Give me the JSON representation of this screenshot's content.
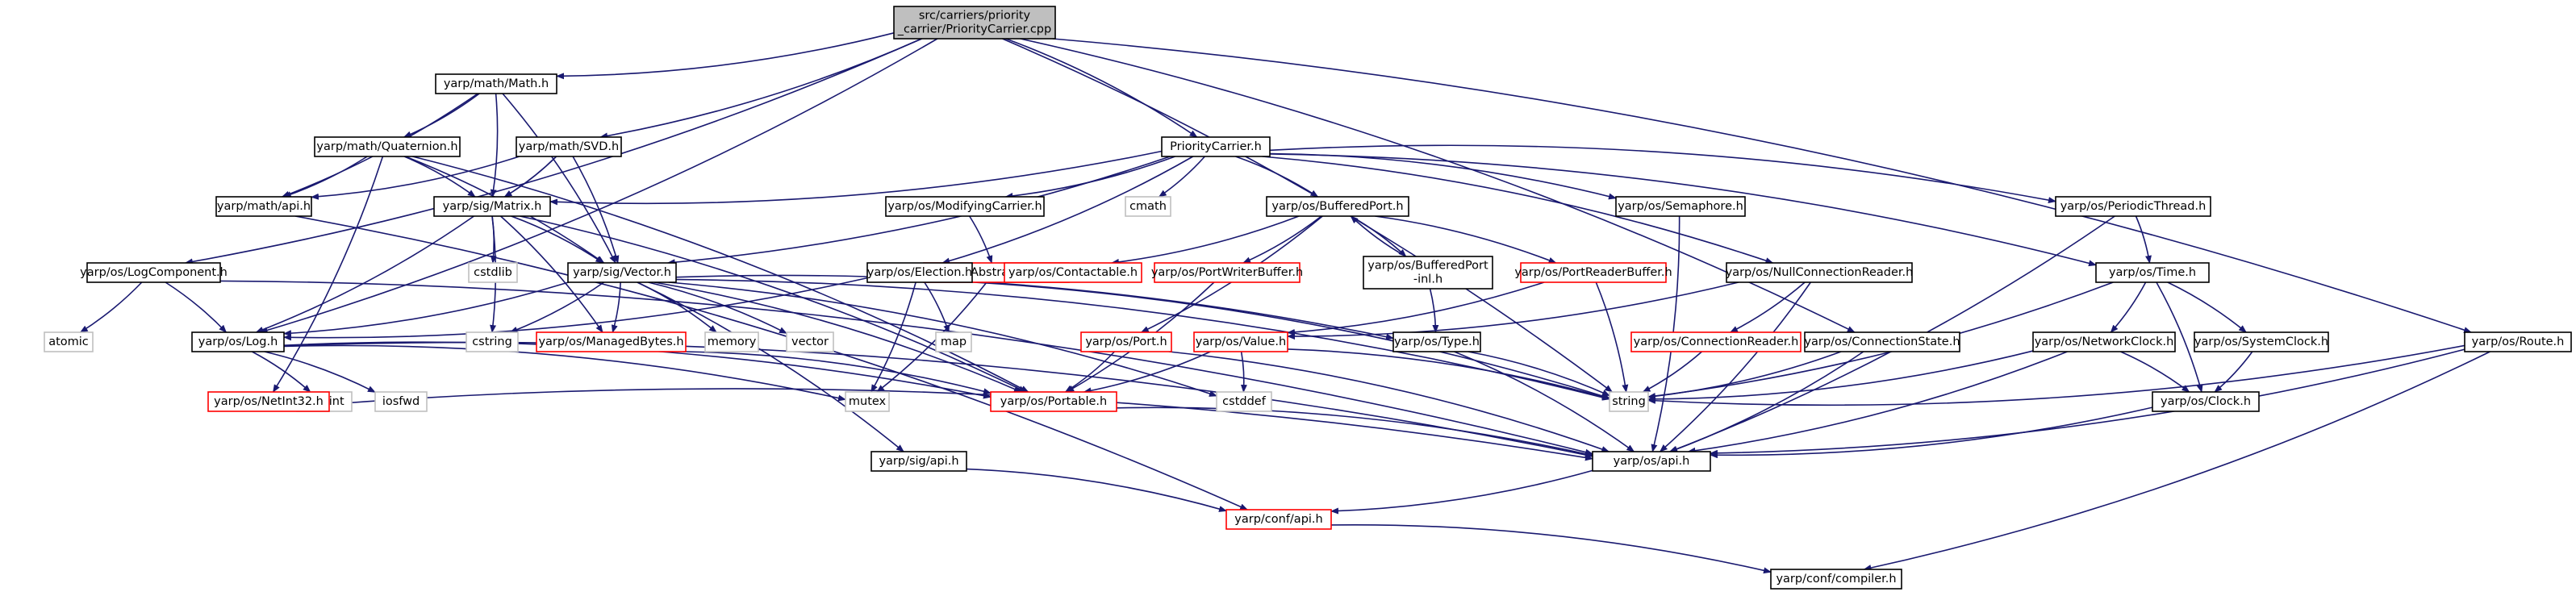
{
  "graph": {
    "colors": {
      "edge": "#191970",
      "normal_border": "#000000",
      "missing_border": "#ff0000",
      "external_border": "#bfbfbf",
      "root_fill": "#bfbfbf",
      "text": "#000000"
    },
    "nodes": [
      {
        "id": "root",
        "lines": [
          "src/carriers/priority",
          "_carrier/PriorityCarrier.cpp"
        ],
        "kind": "root"
      },
      {
        "id": "math",
        "lines": [
          "yarp/math/Math.h"
        ],
        "kind": "normal"
      },
      {
        "id": "quat",
        "lines": [
          "yarp/math/Quaternion.h"
        ],
        "kind": "normal"
      },
      {
        "id": "svd",
        "lines": [
          "yarp/math/SVD.h"
        ],
        "kind": "normal"
      },
      {
        "id": "mathapi",
        "lines": [
          "yarp/math/api.h"
        ],
        "kind": "normal"
      },
      {
        "id": "matrix",
        "lines": [
          "yarp/sig/Matrix.h"
        ],
        "kind": "normal"
      },
      {
        "id": "vector",
        "lines": [
          "yarp/sig/Vector.h"
        ],
        "kind": "normal"
      },
      {
        "id": "logcomp",
        "lines": [
          "yarp/os/LogComponent.h"
        ],
        "kind": "normal"
      },
      {
        "id": "atomic",
        "lines": [
          "atomic"
        ],
        "kind": "external"
      },
      {
        "id": "log",
        "lines": [
          "yarp/os/Log.h"
        ],
        "kind": "normal"
      },
      {
        "id": "cstdint",
        "lines": [
          "cstdint"
        ],
        "kind": "external"
      },
      {
        "id": "iosfwd",
        "lines": [
          "iosfwd"
        ],
        "kind": "external"
      },
      {
        "id": "netint",
        "lines": [
          "yarp/os/NetInt32.h"
        ],
        "kind": "missing"
      },
      {
        "id": "cstdlib",
        "lines": [
          "cstdlib"
        ],
        "kind": "external"
      },
      {
        "id": "cstring",
        "lines": [
          "cstring"
        ],
        "kind": "external"
      },
      {
        "id": "managed",
        "lines": [
          "yarp/os/ManagedBytes.h"
        ],
        "kind": "missing"
      },
      {
        "id": "memory",
        "lines": [
          "memory"
        ],
        "kind": "external"
      },
      {
        "id": "vectorstd",
        "lines": [
          "vector"
        ],
        "kind": "external"
      },
      {
        "id": "sigapi",
        "lines": [
          "yarp/sig/api.h"
        ],
        "kind": "normal"
      },
      {
        "id": "pc",
        "lines": [
          "PriorityCarrier.h"
        ],
        "kind": "normal"
      },
      {
        "id": "cmath",
        "lines": [
          "cmath"
        ],
        "kind": "external"
      },
      {
        "id": "modcar",
        "lines": [
          "yarp/os/ModifyingCarrier.h"
        ],
        "kind": "normal"
      },
      {
        "id": "abscar",
        "lines": [
          "yarp/os/AbstractCarrier.h"
        ],
        "kind": "missing"
      },
      {
        "id": "election",
        "lines": [
          "yarp/os/Election.h"
        ],
        "kind": "normal"
      },
      {
        "id": "map",
        "lines": [
          "map"
        ],
        "kind": "external"
      },
      {
        "id": "mutex",
        "lines": [
          "mutex"
        ],
        "kind": "external"
      },
      {
        "id": "bufport",
        "lines": [
          "yarp/os/BufferedPort.h"
        ],
        "kind": "normal"
      },
      {
        "id": "contact",
        "lines": [
          "yarp/os/Contactable.h"
        ],
        "kind": "missing"
      },
      {
        "id": "pwb",
        "lines": [
          "yarp/os/PortWriterBuffer.h"
        ],
        "kind": "missing"
      },
      {
        "id": "bpinl",
        "lines": [
          "yarp/os/BufferedPort",
          "-inl.h"
        ],
        "kind": "normal"
      },
      {
        "id": "prb",
        "lines": [
          "yarp/os/PortReaderBuffer.h"
        ],
        "kind": "missing"
      },
      {
        "id": "port",
        "lines": [
          "yarp/os/Port.h"
        ],
        "kind": "missing"
      },
      {
        "id": "value",
        "lines": [
          "yarp/os/Value.h"
        ],
        "kind": "missing"
      },
      {
        "id": "type",
        "lines": [
          "yarp/os/Type.h"
        ],
        "kind": "normal"
      },
      {
        "id": "portable",
        "lines": [
          "yarp/os/Portable.h"
        ],
        "kind": "missing"
      },
      {
        "id": "cstddef",
        "lines": [
          "cstddef"
        ],
        "kind": "external"
      },
      {
        "id": "sema",
        "lines": [
          "yarp/os/Semaphore.h"
        ],
        "kind": "normal"
      },
      {
        "id": "ncr",
        "lines": [
          "yarp/os/NullConnectionReader.h"
        ],
        "kind": "normal"
      },
      {
        "id": "cr",
        "lines": [
          "yarp/os/ConnectionReader.h"
        ],
        "kind": "missing"
      },
      {
        "id": "cs",
        "lines": [
          "yarp/os/ConnectionState.h"
        ],
        "kind": "normal"
      },
      {
        "id": "string",
        "lines": [
          "string"
        ],
        "kind": "external"
      },
      {
        "id": "periodic",
        "lines": [
          "yarp/os/PeriodicThread.h"
        ],
        "kind": "normal"
      },
      {
        "id": "time",
        "lines": [
          "yarp/os/Time.h"
        ],
        "kind": "normal"
      },
      {
        "id": "netclock",
        "lines": [
          "yarp/os/NetworkClock.h"
        ],
        "kind": "normal"
      },
      {
        "id": "sysclock",
        "lines": [
          "yarp/os/SystemClock.h"
        ],
        "kind": "normal"
      },
      {
        "id": "clock",
        "lines": [
          "yarp/os/Clock.h"
        ],
        "kind": "normal"
      },
      {
        "id": "route",
        "lines": [
          "yarp/os/Route.h"
        ],
        "kind": "normal"
      },
      {
        "id": "osapi",
        "lines": [
          "yarp/os/api.h"
        ],
        "kind": "normal"
      },
      {
        "id": "confapi",
        "lines": [
          "yarp/conf/api.h"
        ],
        "kind": "missing"
      },
      {
        "id": "compiler",
        "lines": [
          "yarp/conf/compiler.h"
        ],
        "kind": "normal"
      }
    ]
  }
}
